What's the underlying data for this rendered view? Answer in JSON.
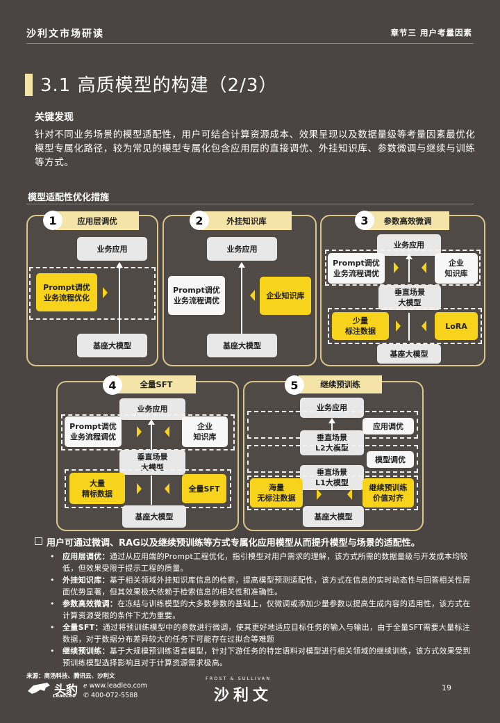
{
  "header": {
    "left": "沙利文市场研读",
    "right": "章节三  用户考量因素"
  },
  "title": "3.1 高质模型的构建（2/3）",
  "key_findings_label": "关键发现",
  "key_findings_text": "针对不同业务场景的模型适配性，用户可结合计算资源成本、效果呈现以及数据量级等考量因素最优化模型专属化路径，较为常见的模型专属化包含应用层的直接调优、外挂知识库、参数微调与继续与训练等方式。",
  "section_label": "模型适配性优化措施",
  "panels": {
    "p1": {
      "num": "1",
      "tab": "应用层调优",
      "top": "业务应用",
      "left": "Prompt调优\n业务流程优化",
      "bottom": "基座大模型"
    },
    "p2": {
      "num": "2",
      "tab": "外挂知识库",
      "top": "业务应用",
      "left": "Prompt调优\n业务流程调优",
      "right": "企业知识库",
      "bottom": "基座大模型"
    },
    "p3": {
      "num": "3",
      "tab": "参数高效微调",
      "top": "业务应用",
      "left": "Prompt调优\n业务流程调优",
      "right": "企业\n知识库",
      "middle": "垂直场景\n大模型",
      "left2": "少量\n标注数据",
      "right2": "LoRA",
      "bottom": "基座大模型"
    },
    "p4": {
      "num": "4",
      "tab": "全量SFT",
      "top": "业务应用",
      "left": "Prompt调优\n业务流程调优",
      "right": "企业\n知识库",
      "middle": "垂直场景\n大模型",
      "left2": "大量\n精标数据",
      "right2": "全量SFT",
      "bottom": "基座大模型"
    },
    "p5": {
      "num": "5",
      "tab": "继续预训练",
      "top": "业务应用",
      "side1": "应用调优",
      "mid1": "垂直场景\nL2大模型",
      "side2": "模型调优",
      "mid2": "垂直场景\nL1大模型",
      "left3": "海量\n无标注数据",
      "right3": "继续预训练\n价值对齐",
      "bottom": "基座大模型"
    }
  },
  "summary": {
    "headline": "用户可通过微调、RAG以及继续预训练等方式专属化应用模型从而提升模型与场景的适配性。",
    "bullets": [
      {
        "term": "应用层调优：",
        "text": "通过从应用端的Prompt工程优化，指引模型对用户需求的理解，该方式所需的数据量级与开发成本均较低，但效果受限于提示工程的质量。"
      },
      {
        "term": "外挂知识库：",
        "text": "基于相关领域外挂知识库信息的检索，提高模型预测适配性，该方式在信息的实时动态性与回答相关性层面优势显著，但其效果极大依赖于检索信息的相关性和准确性。"
      },
      {
        "term": "参数高效微调：",
        "text": "在冻结与训练模型的大多数参数的基础上，仅微调或添加少量参数以提高生成内容的适用性，该方式在计算资源受限的条件下尤为重要。"
      },
      {
        "term": "全量SFT：",
        "text": "通过将预训练模型中的参数进行微调，使其更好地适应目标任务的输入与输出，由于全量SFT需要大量标注数据，对于数据分布差异较大的任务下可能存在过拟合等难题"
      },
      {
        "term": "继续预训练：",
        "text": "基于大规模预训练语言模型，针对下游任务的特定语料对模型进行相关领域的继续训练，该方式效果受到预训练模型选择影响且对于计算资源需求极高。"
      }
    ]
  },
  "footer": {
    "source": "来源：商汤科技、腾讯云、沙利文",
    "brand": "头豹",
    "brand_sub": "LeadLeo",
    "website": "www.leadleo.com",
    "phone": "400-072-5588",
    "fs_small": "FROST & SULLIVAN",
    "fs_big": "沙利文",
    "page": "19"
  },
  "colors": {
    "background": "#4a4542",
    "accent_yellow": "#f7d31c",
    "tab_cream": "#f4e4a8",
    "panel_border": "#dcc688"
  }
}
